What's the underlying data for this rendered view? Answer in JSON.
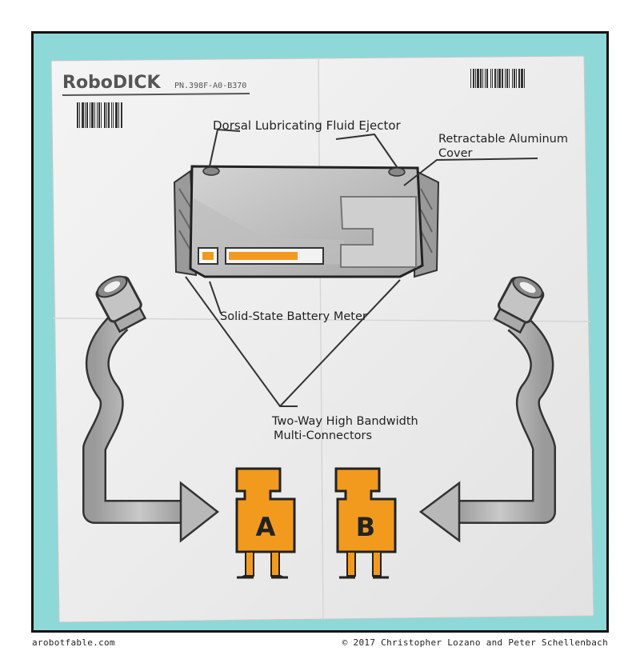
{
  "document": {
    "title": "RoboDICK",
    "part_number": "PN.398F-A0-B370"
  },
  "labels": {
    "fluid_ejector": "Dorsal Lubricating Fluid Ejector",
    "cover_line1": "Retractable Aluminum",
    "cover_line2": "Cover",
    "battery_meter": "Solid-State Battery Meter",
    "connectors_line1": "Two-Way High Bandwidth",
    "connectors_line2": "Multi-Connectors"
  },
  "connectors": {
    "a_label": "A",
    "b_label": "B"
  },
  "battery": {
    "charge_level": 0.75
  },
  "footer": {
    "site": "arobotfable.com",
    "copyright": "© 2017 Christopher Lozano and Peter Schellenbach"
  },
  "colors": {
    "background_teal": "#8fd8d8",
    "paper": "#efefef",
    "accent_orange": "#f29a1e",
    "device_gray": "#b9b9b9",
    "cable_gray": "#b0b0b0"
  }
}
